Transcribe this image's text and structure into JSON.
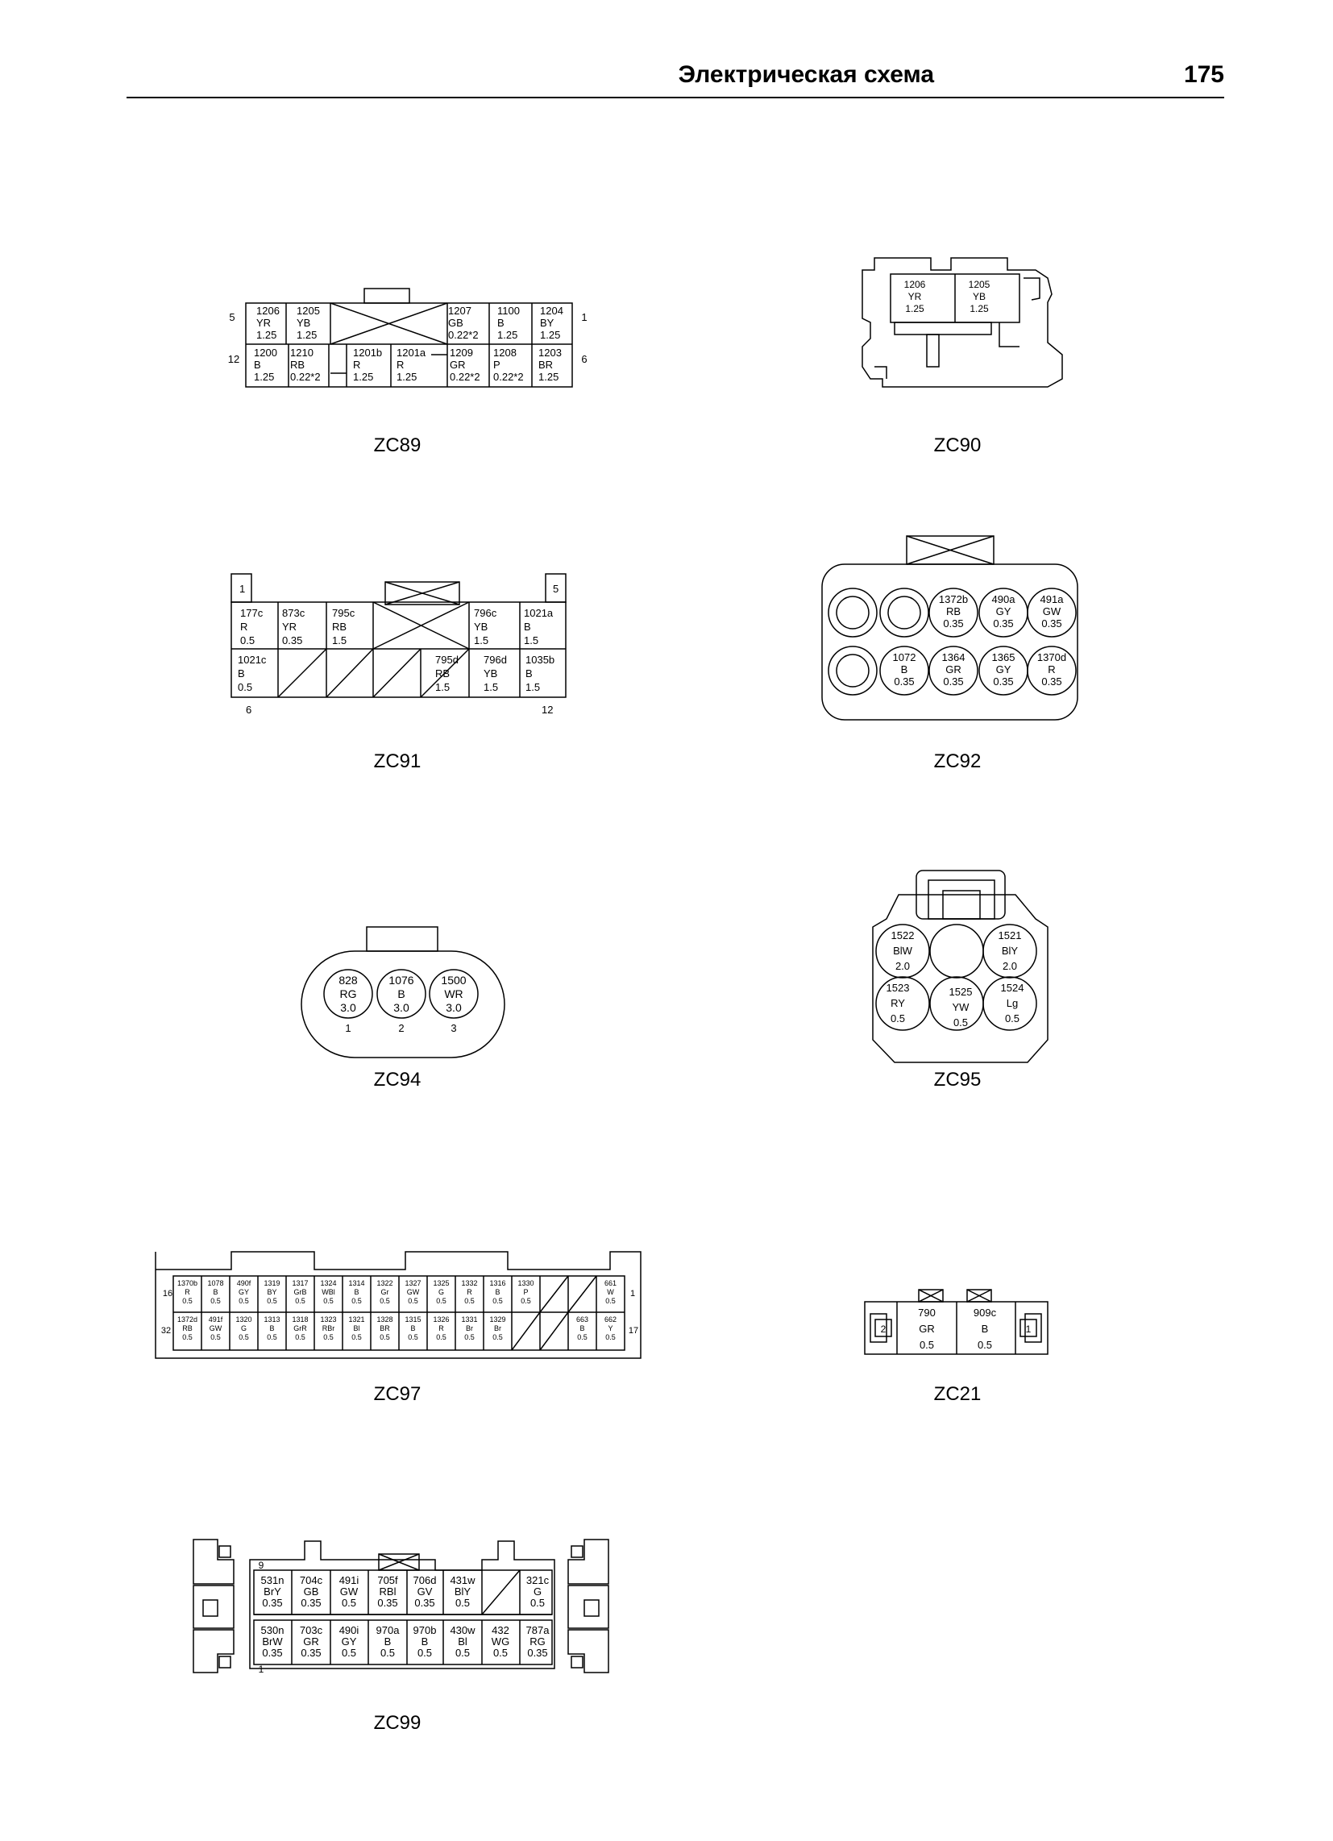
{
  "header": {
    "title": "Электрическая схема",
    "page_number": "175"
  },
  "zc89": {
    "caption": "ZC89",
    "pins": {
      "left_top": "5",
      "right_top": "1",
      "left_bottom": "12",
      "right_bottom": "6"
    },
    "top": [
      {
        "n": "1206",
        "c": "YR",
        "s": "1.25"
      },
      {
        "n": "1205",
        "c": "YB",
        "s": "1.25"
      },
      {
        "n": "1207",
        "c": "GB",
        "s": "0.22*2"
      },
      {
        "n": "1100",
        "c": "B",
        "s": "1.25"
      },
      {
        "n": "1204",
        "c": "BY",
        "s": "1.25"
      }
    ],
    "bottom": [
      {
        "n": "1200",
        "c": "B",
        "s": "1.25"
      },
      {
        "n": "1210",
        "c": "RB",
        "s": "0.22*2"
      },
      {
        "n": "1201b",
        "c": "R",
        "s": "1.25"
      },
      {
        "n": "1201a",
        "c": "R",
        "s": "1.25"
      },
      {
        "n": "1209",
        "c": "GR",
        "s": "0.22*2"
      },
      {
        "n": "1208",
        "c": "P",
        "s": "0.22*2"
      },
      {
        "n": "1203",
        "c": "BR",
        "s": "1.25"
      }
    ]
  },
  "zc90": {
    "caption": "ZC90",
    "cells": [
      {
        "n": "1206",
        "c": "YR",
        "s": "1.25"
      },
      {
        "n": "1205",
        "c": "YB",
        "s": "1.25"
      }
    ]
  },
  "zc91": {
    "caption": "ZC91",
    "pins": {
      "p1": "1",
      "p5": "5",
      "p6": "6",
      "p12": "12"
    },
    "top": [
      {
        "n": "177c",
        "c": "R",
        "s": "0.5"
      },
      {
        "n": "873c",
        "c": "YR",
        "s": "0.35"
      },
      {
        "n": "795c",
        "c": "RB",
        "s": "1.5"
      },
      {
        "n": "796c",
        "c": "YB",
        "s": "1.5"
      },
      {
        "n": "1021a",
        "c": "B",
        "s": "1.5"
      }
    ],
    "bottom": [
      {
        "n": "1021c",
        "c": "B",
        "s": "0.5"
      },
      {
        "n": "795d",
        "c": "RB",
        "s": "1.5"
      },
      {
        "n": "796d",
        "c": "YB",
        "s": "1.5"
      },
      {
        "n": "1035b",
        "c": "B",
        "s": "1.5"
      }
    ]
  },
  "zc92": {
    "caption": "ZC92",
    "top": [
      {
        "n": "1372b",
        "c": "RB",
        "s": "0.35"
      },
      {
        "n": "490a",
        "c": "GY",
        "s": "0.35"
      },
      {
        "n": "491a",
        "c": "GW",
        "s": "0.35"
      }
    ],
    "bottom": [
      {
        "n": "1072",
        "c": "B",
        "s": "0.35"
      },
      {
        "n": "1364",
        "c": "GR",
        "s": "0.35"
      },
      {
        "n": "1365",
        "c": "GY",
        "s": "0.35"
      },
      {
        "n": "1370d",
        "c": "R",
        "s": "0.35"
      }
    ]
  },
  "zc94": {
    "caption": "ZC94",
    "cells": [
      {
        "n": "828",
        "c": "RG",
        "s": "3.0",
        "p": "1"
      },
      {
        "n": "1076",
        "c": "B",
        "s": "3.0",
        "p": "2"
      },
      {
        "n": "1500",
        "c": "WR",
        "s": "3.0",
        "p": "3"
      }
    ]
  },
  "zc95": {
    "caption": "ZC95",
    "cells": [
      {
        "n": "1522",
        "c": "BlW",
        "s": "2.0"
      },
      {
        "n": "1521",
        "c": "BlY",
        "s": "2.0"
      },
      {
        "n": "1523",
        "c": "RY",
        "s": "0.5"
      },
      {
        "n": "1525",
        "c": "YW",
        "s": "0.5"
      },
      {
        "n": "1524",
        "c": "Lg",
        "s": "0.5"
      }
    ]
  },
  "zc97": {
    "caption": "ZC97",
    "pins": {
      "left_top": "16",
      "right_top": "1",
      "left_bottom": "32",
      "right_bottom": "17"
    },
    "top": [
      {
        "n": "1370b",
        "c": "R",
        "s": "0.5"
      },
      {
        "n": "1078",
        "c": "B",
        "s": "0.5"
      },
      {
        "n": "490f",
        "c": "GY",
        "s": "0.5"
      },
      {
        "n": "1319",
        "c": "BY",
        "s": "0.5"
      },
      {
        "n": "1317",
        "c": "GrB",
        "s": "0.5"
      },
      {
        "n": "1324",
        "c": "WBl",
        "s": "0.5"
      },
      {
        "n": "1314",
        "c": "B",
        "s": "0.5"
      },
      {
        "n": "1322",
        "c": "Gr",
        "s": "0.5"
      },
      {
        "n": "1327",
        "c": "GW",
        "s": "0.5"
      },
      {
        "n": "1325",
        "c": "G",
        "s": "0.5"
      },
      {
        "n": "1332",
        "c": "R",
        "s": "0.5"
      },
      {
        "n": "1316",
        "c": "B",
        "s": "0.5"
      },
      {
        "n": "1330",
        "c": "P",
        "s": "0.5"
      },
      {
        "n": "661",
        "c": "W",
        "s": "0.5"
      }
    ],
    "bottom": [
      {
        "n": "1372d",
        "c": "RB",
        "s": "0.5"
      },
      {
        "n": "491f",
        "c": "GW",
        "s": "0.5"
      },
      {
        "n": "1320",
        "c": "G",
        "s": "0.5"
      },
      {
        "n": "1313",
        "c": "B",
        "s": "0.5"
      },
      {
        "n": "1318",
        "c": "GrR",
        "s": "0.5"
      },
      {
        "n": "1323",
        "c": "RBr",
        "s": "0.5"
      },
      {
        "n": "1321",
        "c": "Bl",
        "s": "0.5"
      },
      {
        "n": "1328",
        "c": "BR",
        "s": "0.5"
      },
      {
        "n": "1315",
        "c": "B",
        "s": "0.5"
      },
      {
        "n": "1326",
        "c": "R",
        "s": "0.5"
      },
      {
        "n": "1331",
        "c": "Br",
        "s": "0.5"
      },
      {
        "n": "1329",
        "c": "Br",
        "s": "0.5"
      },
      {
        "n": "663",
        "c": "B",
        "s": "0.5"
      },
      {
        "n": "662",
        "c": "Y",
        "s": "0.5"
      }
    ]
  },
  "zc21": {
    "caption": "ZC21",
    "pins": {
      "p2": "2",
      "p1": "1"
    },
    "cells": [
      {
        "n": "790",
        "c": "GR",
        "s": "0.5"
      },
      {
        "n": "909c",
        "c": "B",
        "s": "0.5"
      }
    ]
  },
  "zc99": {
    "caption": "ZC99",
    "pins": {
      "p9": "9",
      "p1": "1"
    },
    "top": [
      {
        "n": "531n",
        "c": "BrY",
        "s": "0.35"
      },
      {
        "n": "704c",
        "c": "GB",
        "s": "0.35"
      },
      {
        "n": "491i",
        "c": "GW",
        "s": "0.5"
      },
      {
        "n": "705f",
        "c": "RBl",
        "s": "0.35"
      },
      {
        "n": "706d",
        "c": "GV",
        "s": "0.35"
      },
      {
        "n": "431w",
        "c": "BlY",
        "s": "0.5"
      },
      {
        "n": "321c",
        "c": "G",
        "s": "0.5"
      }
    ],
    "bottom": [
      {
        "n": "530n",
        "c": "BrW",
        "s": "0.35"
      },
      {
        "n": "703c",
        "c": "GR",
        "s": "0.35"
      },
      {
        "n": "490i",
        "c": "GY",
        "s": "0.5"
      },
      {
        "n": "970a",
        "c": "B",
        "s": "0.5"
      },
      {
        "n": "970b",
        "c": "B",
        "s": "0.5"
      },
      {
        "n": "430w",
        "c": "Bl",
        "s": "0.5"
      },
      {
        "n": "432",
        "c": "WG",
        "s": "0.5"
      },
      {
        "n": "787a",
        "c": "RG",
        "s": "0.35"
      }
    ]
  }
}
